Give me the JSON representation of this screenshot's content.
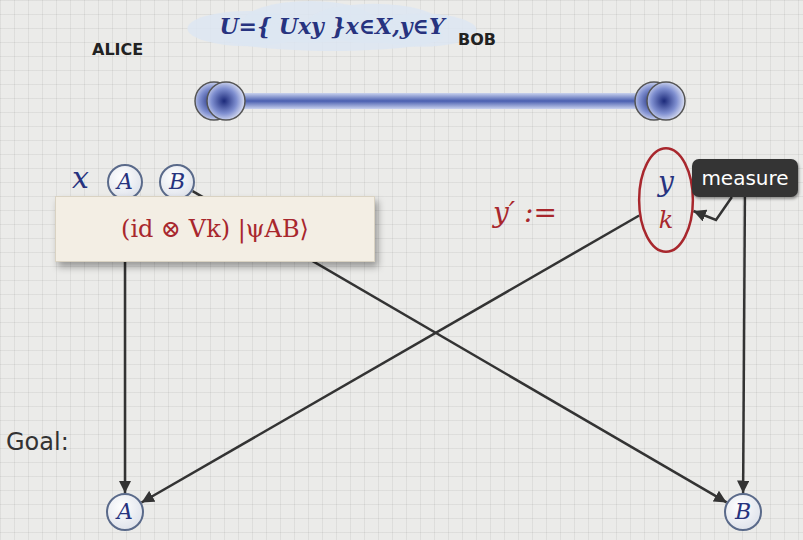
{
  "diagram": {
    "nodes": [
      {
        "text": [
          "U={ Uxy }x∈X,y∈Y"
        ]
      },
      {
        "text": [
          "A"
        ]
      },
      {
        "text": [
          "B"
        ]
      },
      {
        "text": [
          "y",
          "k"
        ]
      },
      {
        "text": [
          "measure"
        ]
      },
      {
        "text": [
          "(id ⊗ Vk) |ψAB⟩"
        ]
      },
      {
        "text": [
          "A"
        ]
      },
      {
        "text": [
          "B"
        ]
      }
    ],
    "edges": [
      {
        "from": 1,
        "to": 6,
        "arrow": "to"
      },
      {
        "from": 2,
        "to": 7,
        "arrow": "to"
      },
      {
        "from": 3,
        "to": 6,
        "arrow": "to"
      },
      {
        "from": 4,
        "to": 7,
        "arrow": "to"
      },
      {
        "from": 4,
        "to": 3,
        "arrow": "to"
      }
    ],
    "labels": [
      "ALICE",
      "BOB",
      "x",
      "y′ :=",
      "Goal:"
    ]
  }
}
